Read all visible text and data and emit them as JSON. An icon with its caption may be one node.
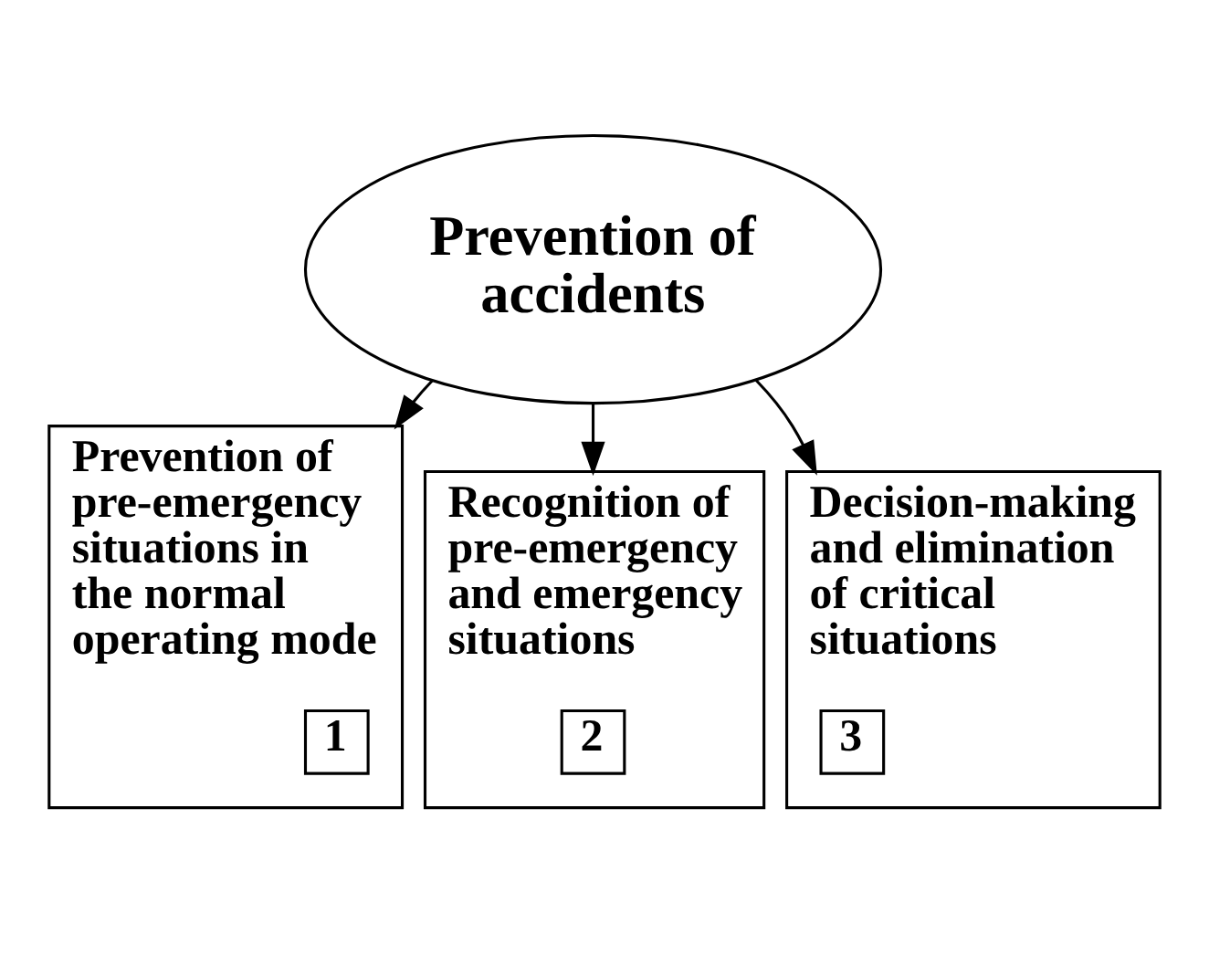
{
  "diagram": {
    "nodes": [
      {
        "text": [
          "Prevention of accidents"
        ]
      },
      {
        "text": [
          "Prevention of pre-emergency situations in the normal operating mode"
        ]
      },
      {
        "text": [
          "1"
        ],
        "in": 1
      },
      {
        "text": [
          "Recognition of pre-emergency and emergency situations"
        ]
      },
      {
        "text": [
          "2"
        ],
        "in": 3
      },
      {
        "text": [
          "Decision-making and elimination of critical situations"
        ]
      },
      {
        "text": [
          "3"
        ],
        "in": 5
      }
    ],
    "edges": [
      {
        "from": 0,
        "to": 1,
        "arrow": "to"
      },
      {
        "from": 0,
        "to": 3,
        "arrow": "to"
      },
      {
        "from": 0,
        "to": 5,
        "arrow": "to"
      }
    ]
  }
}
